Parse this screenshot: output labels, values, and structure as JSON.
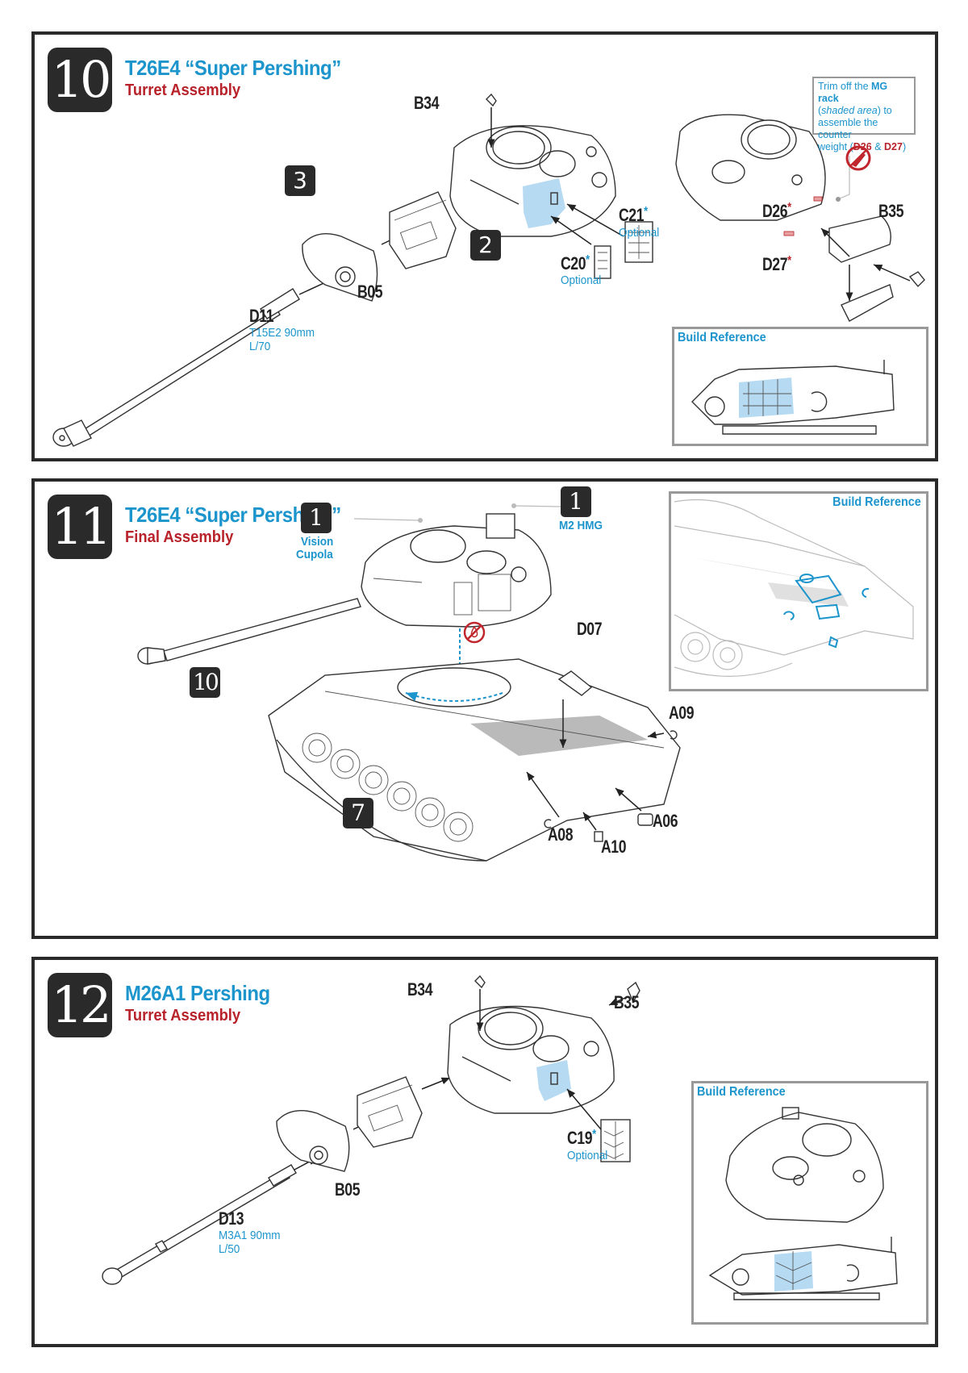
{
  "steps": [
    {
      "number": "10",
      "title": "T26E4 “Super Pershing”",
      "subtitle": "Turret Assembly",
      "sub_assembly_refs": [
        "3",
        "2"
      ],
      "parts": [
        {
          "id": "B34"
        },
        {
          "id": "B05"
        },
        {
          "id": "D11",
          "note_line1": "T15E2 90mm",
          "note_line2": "L/70"
        },
        {
          "id": "C21",
          "marker": "*",
          "note_line1": "Optional"
        },
        {
          "id": "C20",
          "marker": "*",
          "note_line1": "Optional"
        },
        {
          "id": "D26",
          "marker": "*"
        },
        {
          "id": "D27",
          "marker": "*"
        },
        {
          "id": "B35"
        }
      ],
      "callout": {
        "text_1": "Trim off the ",
        "bold_1": "MG rack",
        "text_2": "(",
        "italic_1": "shaded area",
        "text_3": ") to",
        "line_3": "assemble the counter",
        "text_4": "weight (",
        "red_1": "D26",
        "text_5": " & ",
        "red_2": "D27",
        "text_6": ")",
        "icon": "cut-knife-icon"
      },
      "build_reference": {
        "label": "Build Reference"
      }
    },
    {
      "number": "11",
      "title": "T26E4 “Super Pershing”",
      "subtitle": "Final Assembly",
      "sub_assembly_refs": [
        {
          "num": "1",
          "label_line1": "Vision",
          "label_line2": "Cupola"
        },
        {
          "num": "1",
          "label_line1": "M2 HMG"
        },
        {
          "num": "10"
        },
        {
          "num": "7"
        }
      ],
      "parts": [
        {
          "id": "D07"
        },
        {
          "id": "A09"
        },
        {
          "id": "A06"
        },
        {
          "id": "A08"
        },
        {
          "id": "A10"
        }
      ],
      "no_glue_icon": "no-glue-icon",
      "build_reference": {
        "label": "Build Reference"
      }
    },
    {
      "number": "12",
      "title": "M26A1 Pershing",
      "subtitle": "Turret Assembly",
      "parts": [
        {
          "id": "B34"
        },
        {
          "id": "B35"
        },
        {
          "id": "C19",
          "marker": "*",
          "note_line1": "Optional"
        },
        {
          "id": "B05"
        },
        {
          "id": "D13",
          "note_line1": "M3A1 90mm",
          "note_line2": "L/50"
        }
      ],
      "build_reference": {
        "label": "Build Reference"
      }
    }
  ],
  "colors": {
    "frame": "#2a2a2a",
    "title_blue": "#1c94cc",
    "subtitle_red": "#b8222a",
    "shade_blue": "#a9d3f0",
    "reference_border": "#999999"
  }
}
